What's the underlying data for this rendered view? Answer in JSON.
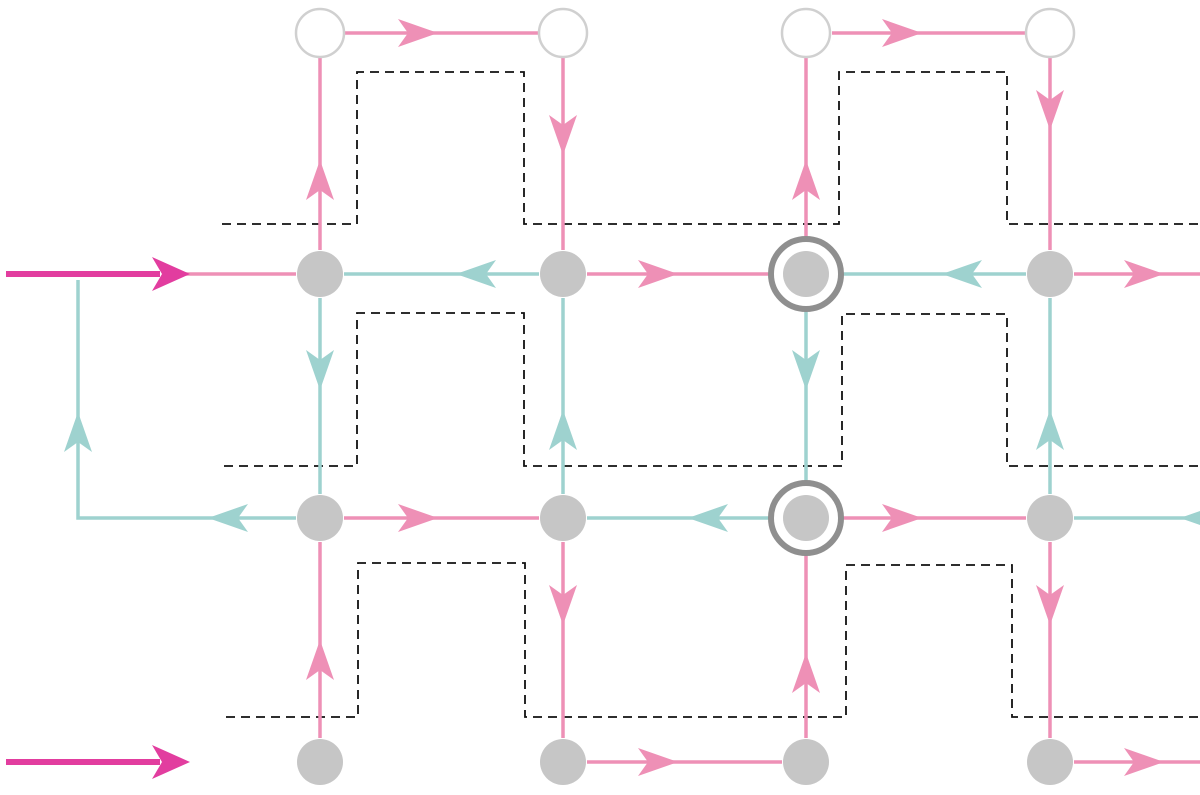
{
  "colors": {
    "pink": "#ee90b6",
    "cyan": "#9ed2cf",
    "magenta": "#e23d9f",
    "node_gray": "#c6c6c6",
    "ring_gray": "#8f8f8f",
    "open_node_stroke": "#d0d0d0",
    "dashed": "#111111"
  },
  "diagram": {
    "description_visible_text": "",
    "node_types": [
      "filled-node",
      "open-node",
      "ringed-node"
    ],
    "edge_colors": [
      "pink",
      "cyan",
      "magenta"
    ]
  }
}
